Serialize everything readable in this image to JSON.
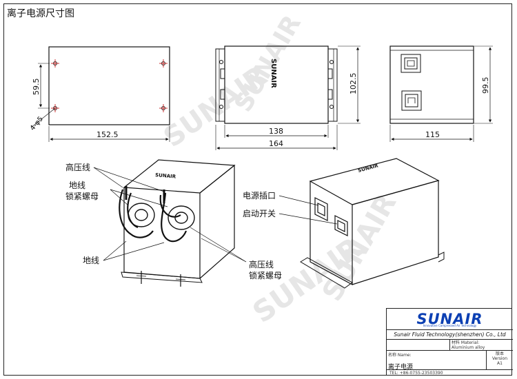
{
  "page": {
    "title": "离子电源尺寸图"
  },
  "dimensions": {
    "front_hole_spacing": "59.5",
    "front_hole_spec": "4-φ5",
    "front_width": "152.5",
    "side_inner_width": "138",
    "side_outer_width": "164",
    "side_height": "102.5",
    "rear_height": "99.5",
    "rear_width": "115"
  },
  "callouts": {
    "hv_wire": "高压线",
    "ground_wire": "地线",
    "lock_nut": "锁紧螺母",
    "ground_wire_2": "地线",
    "hv_wire_2": "高压线",
    "hv_lock_nut": "锁紧螺母",
    "power_socket": "电源插口",
    "start_switch": "启动开关"
  },
  "watermark": {
    "text": "SUNAIR"
  },
  "title_block": {
    "brand": "SUNAIR",
    "slogan": "Innovative Compressed Air Technology",
    "company": "Sunair Fluid Technology(shenzhen) Co., Ltd",
    "material_label": "材料 Material:",
    "material_value": "Aluminium alloy",
    "version_label": "版本",
    "version_label_en": "Version",
    "version_value": "A1",
    "name_label": "名称 Name:",
    "name_value": "离子电源",
    "tel": "TEL: +86-0755-23503390"
  },
  "colors": {
    "brand_blue": "#0b3fb3",
    "watermark_gray": "#e6e6e6",
    "line": "#111111"
  }
}
